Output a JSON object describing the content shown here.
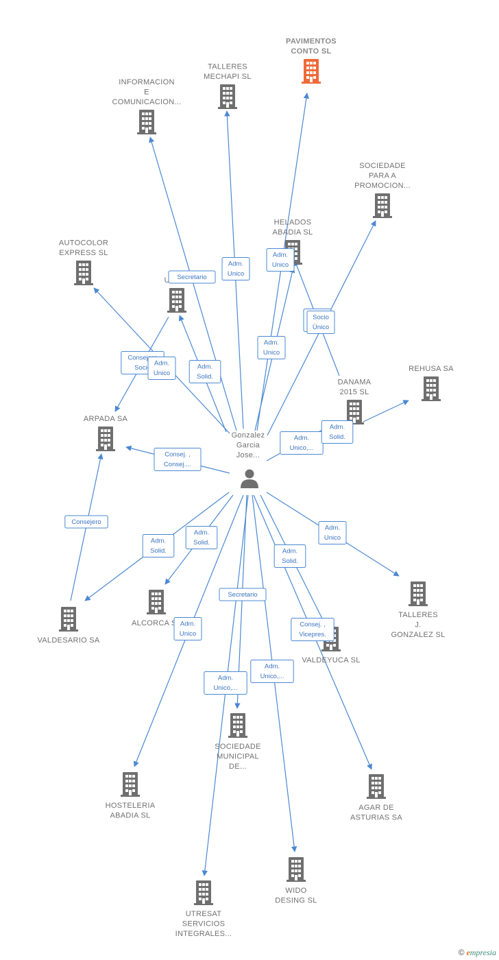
{
  "colors": {
    "edge": "#4a88d2",
    "node": "#6f6f6f",
    "highlight_node": "#ee6a3a",
    "person": "#6f6f6f"
  },
  "person": {
    "name_lines": [
      "Gonzalez",
      "Garcia",
      "Jose..."
    ],
    "icon": "person-icon"
  },
  "companies": [
    {
      "id": "pavimentos",
      "lines": [
        "PAVIMENTOS",
        "CONTO SL"
      ],
      "highlight": true
    },
    {
      "id": "talleres-mechapi",
      "lines": [
        "TALLERES",
        "MECHAPI SL"
      ]
    },
    {
      "id": "informacion",
      "lines": [
        "INFORMACION",
        "E",
        "COMUNICACION..."
      ]
    },
    {
      "id": "sociedade-promocion",
      "lines": [
        "SOCIEDADE",
        "PARA A",
        "PROMOCION..."
      ]
    },
    {
      "id": "helados-abadia",
      "lines": [
        "HELADOS",
        "ABADIA SL"
      ]
    },
    {
      "id": "autocolor",
      "lines": [
        "AUTOCOLOR",
        "EXPRESS SL"
      ]
    },
    {
      "id": "urti",
      "lines": [
        "URTI..."
      ]
    },
    {
      "id": "rehusa",
      "lines": [
        "REHUSA SA"
      ]
    },
    {
      "id": "danama",
      "lines": [
        "DANAMA",
        "2015 SL"
      ]
    },
    {
      "id": "arpada",
      "lines": [
        "ARPADA SA"
      ]
    },
    {
      "id": "valdesario",
      "lines": [
        "VALDESARIO SA"
      ]
    },
    {
      "id": "alcorca",
      "lines": [
        "ALCORCA SL"
      ]
    },
    {
      "id": "talleres-gonzalez",
      "lines": [
        "TALLERES",
        "J.",
        "GONZALEZ SL"
      ]
    },
    {
      "id": "valdeyuca",
      "lines": [
        "VALDEYUCA SL"
      ]
    },
    {
      "id": "sociedade-municipal",
      "lines": [
        "SOCIEDADE",
        "MUNICIPAL",
        "DE..."
      ]
    },
    {
      "id": "hosteleria",
      "lines": [
        "HOSTELERIA",
        "ABADIA SL"
      ]
    },
    {
      "id": "agar",
      "lines": [
        "AGAR DE",
        "ASTURIAS SA"
      ]
    },
    {
      "id": "wido",
      "lines": [
        "WIDO",
        "DESING SL"
      ]
    },
    {
      "id": "utresat",
      "lines": [
        "UTRESAT",
        "SERVICIOS",
        "INTEGRALES..."
      ]
    }
  ],
  "relations": [
    {
      "target": "informacion",
      "lines": [
        "Secretario"
      ]
    },
    {
      "target": "talleres-mechapi",
      "lines": [
        "Adm.",
        "Unico"
      ]
    },
    {
      "target": "pavimentos",
      "lines": [
        "Adm.",
        "Unico"
      ]
    },
    {
      "target": "helados-abadia",
      "lines": [
        "Adm.",
        "Unico"
      ]
    },
    {
      "target": "sociedade-promocion",
      "lines": [
        "Socio",
        "Único"
      ]
    },
    {
      "target": "danama",
      "lines": [
        "Socio",
        "Único"
      ]
    },
    {
      "target": "autocolor",
      "lines": [
        "Consejero",
        "Socio"
      ]
    },
    {
      "target": "arpada",
      "lines": [
        "Adm.",
        "Unico"
      ]
    },
    {
      "target": "urti",
      "lines": [
        "Adm.",
        "Solid."
      ]
    },
    {
      "target": "danama",
      "lines": [
        "Adm.",
        "Unico,..."
      ]
    },
    {
      "target": "rehusa",
      "lines": [
        "Adm.",
        "Solid."
      ]
    },
    {
      "target": "arpada",
      "lines": [
        "Consej. ,",
        "Consej...."
      ]
    },
    {
      "target": "arpada",
      "lines": [
        "Consejero"
      ]
    },
    {
      "target": "valdesario",
      "lines": [
        "Adm.",
        "Solid."
      ]
    },
    {
      "target": "alcorca",
      "lines": [
        "Adm.",
        "Solid."
      ]
    },
    {
      "target": "talleres-gonzalez",
      "lines": [
        "Adm.",
        "Unico"
      ]
    },
    {
      "target": "valdeyuca",
      "lines": [
        "Adm.",
        "Solid."
      ]
    },
    {
      "target": "sociedade-municipal",
      "lines": [
        "Secretario"
      ]
    },
    {
      "target": "hosteleria",
      "lines": [
        "Adm.",
        "Unico"
      ]
    },
    {
      "target": "agar",
      "lines": [
        "Consej. ,",
        "Vicepres."
      ]
    },
    {
      "target": "wido",
      "lines": [
        "Adm.",
        "Unico,..."
      ]
    },
    {
      "target": "utresat",
      "lines": [
        "Adm.",
        "Unico,..."
      ]
    }
  ],
  "footer": {
    "copyright": "©",
    "brand_initial": "e",
    "brand_rest": "mpresia"
  }
}
